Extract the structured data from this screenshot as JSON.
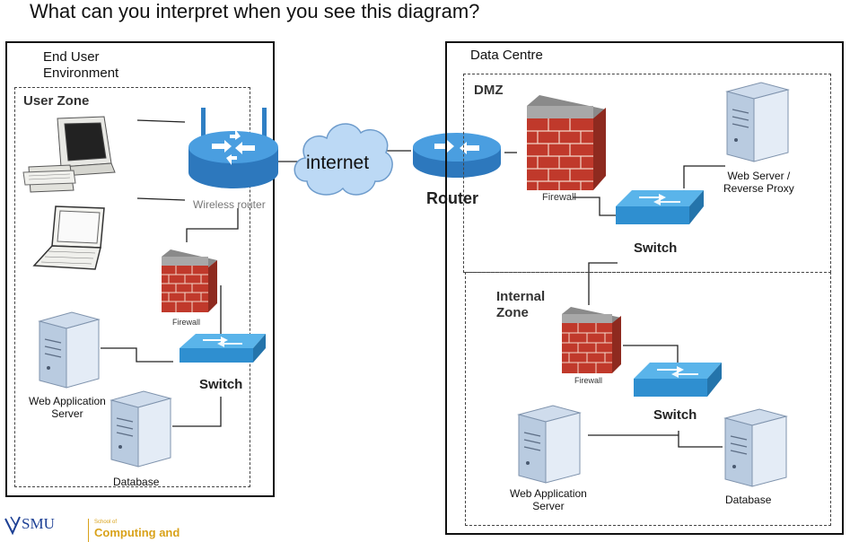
{
  "title": "What can you interpret when you see this diagram?",
  "end_user": {
    "box_label_line1": "End User",
    "box_label_line2": "Environment",
    "zone_label": "User Zone",
    "wireless_router_label": "Wireless router",
    "firewall_label": "Firewall",
    "switch_label": "Switch",
    "web_app_server_line1": "Web Application",
    "web_app_server_line2": "Server",
    "database_label": "Database"
  },
  "internet_label": "internet",
  "router_label": "Router",
  "data_centre": {
    "box_label": "Data Centre",
    "dmz_label": "DMZ",
    "dmz_firewall_label": "Firewall",
    "web_server_line1": "Web Server /",
    "web_server_line2": "Reverse Proxy",
    "dmz_switch_label": "Switch",
    "internal_zone_line1": "Internal",
    "internal_zone_line2": "Zone",
    "internal_firewall_label": "Firewall",
    "internal_switch_label": "Switch",
    "web_app_server_line1": "Web Application",
    "web_app_server_line2": "Server",
    "database_label": "Database"
  },
  "footer": {
    "smu_logo_text": "SMU",
    "school_line1": "School of",
    "school_line2": "Computing and"
  },
  "colors": {
    "switch_blue": "#3aa0d8",
    "router_blue": "#3b8fd1",
    "firewall_red": "#c0392b",
    "cloud_blue": "#bcd9f5",
    "server_body": "#dfe8f4",
    "smu_blue": "#1c3f94",
    "school_gold": "#d9a21a"
  }
}
